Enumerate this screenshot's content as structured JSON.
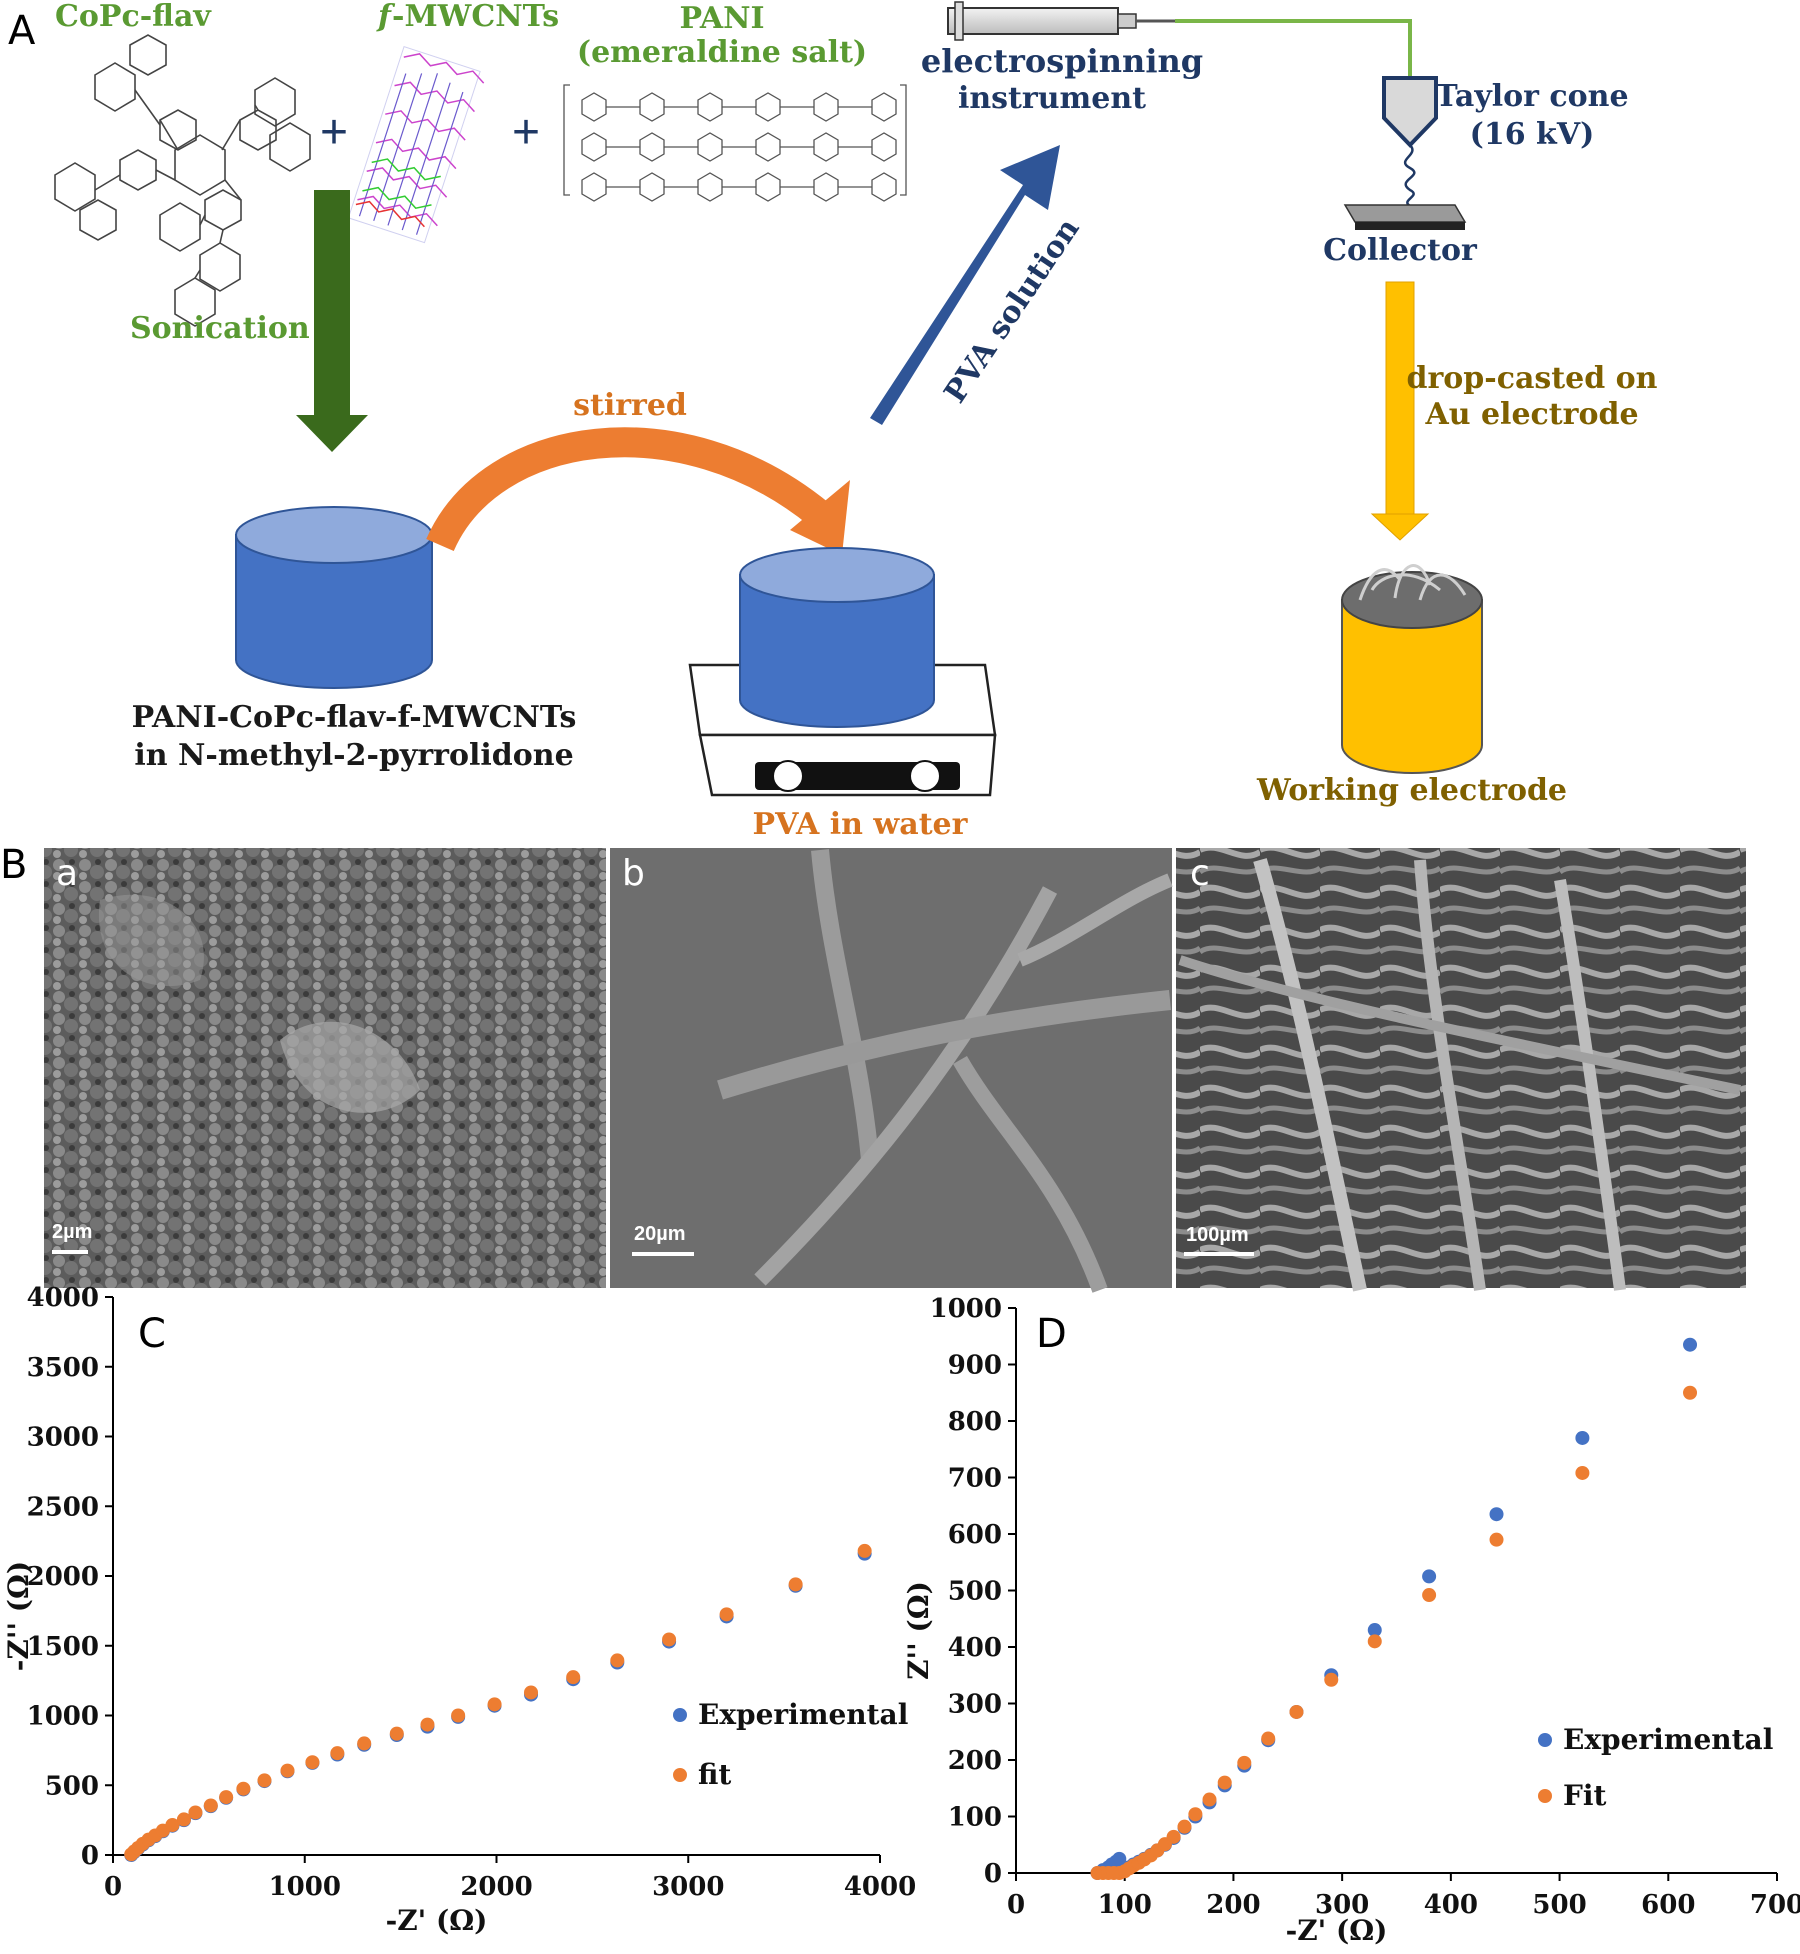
{
  "panel_labels": {
    "A": "A",
    "B": "B",
    "C": "C",
    "D": "D"
  },
  "scheme": {
    "reagents": {
      "copc": "CoPc-flav",
      "mwcnt_prefix": "f",
      "mwcnt_suffix": "-MWCNTs",
      "pani_line1": "PANI",
      "pani_line2": "(emeraldine salt)"
    },
    "plus": "+",
    "steps": {
      "sonication": "Sonication",
      "stirred": "stirred",
      "pva_solution": "PVA solution",
      "drop_cast_line1": "drop-casted on",
      "drop_cast_line2": "Au electrode"
    },
    "instrument": {
      "line1": "electrospinning",
      "line2": "instrument",
      "taylor_line1": "Taylor cone",
      "taylor_line2": "(16 kV)",
      "collector": "Collector"
    },
    "products": {
      "mixture_line1": "PANI-CoPc-flav-f-MWCNTs",
      "mixture_line2": "in N-methyl-2-pyrrolidone",
      "pva_water": "PVA in water",
      "working_electrode": "Working electrode"
    }
  },
  "sem": {
    "a": {
      "label": "a",
      "scale": "2µm"
    },
    "b": {
      "label": "b",
      "scale": "20µm"
    },
    "c": {
      "label": "c",
      "scale": "100µm"
    }
  },
  "colors": {
    "green_text": "#5a9a32",
    "navy_text": "#1f3864",
    "orange_text": "#d6731f",
    "olive_text": "#7f6000",
    "cylinder_blue": "#4472c4",
    "cylinder_top": "#8faadc",
    "gold": "#ffc000",
    "experimental": "#4472c4",
    "fit": "#ed7d31"
  },
  "chart_data": [
    {
      "id": "C",
      "type": "scatter",
      "xlabel": "-Z' (Ω)",
      "ylabel": "-Z'' (Ω)",
      "xlim": [
        0,
        4000
      ],
      "ylim": [
        0,
        4000
      ],
      "xticks": [
        0,
        1000,
        2000,
        3000,
        4000
      ],
      "yticks": [
        0,
        500,
        1000,
        1500,
        2000,
        2500,
        3000,
        3500,
        4000
      ],
      "grid": false,
      "legend": "right",
      "series": [
        {
          "name": "Experimental",
          "color": "#4472c4",
          "x": [
            95,
            110,
            130,
            155,
            185,
            220,
            260,
            310,
            370,
            430,
            510,
            590,
            680,
            790,
            910,
            1040,
            1170,
            1310,
            1480,
            1640,
            1800,
            1990,
            2180,
            2400,
            2630,
            2900,
            3200,
            3560,
            3920
          ],
          "y": [
            0,
            20,
            45,
            75,
            105,
            135,
            170,
            210,
            250,
            300,
            350,
            410,
            470,
            530,
            600,
            660,
            720,
            790,
            860,
            920,
            990,
            1070,
            1150,
            1260,
            1380,
            1530,
            1710,
            1930,
            2160
          ]
        },
        {
          "name": "fit",
          "color": "#ed7d31",
          "x": [
            95,
            110,
            130,
            155,
            185,
            220,
            260,
            310,
            370,
            430,
            510,
            590,
            680,
            790,
            910,
            1040,
            1170,
            1310,
            1480,
            1640,
            1800,
            1990,
            2180,
            2400,
            2630,
            2900,
            3200,
            3560,
            3920
          ],
          "y": [
            5,
            25,
            50,
            80,
            110,
            140,
            175,
            215,
            255,
            305,
            355,
            415,
            475,
            535,
            605,
            665,
            730,
            800,
            870,
            935,
            1000,
            1080,
            1165,
            1275,
            1395,
            1545,
            1725,
            1940,
            2180
          ]
        }
      ]
    },
    {
      "id": "D",
      "type": "scatter",
      "xlabel": "-Z' (Ω)",
      "ylabel": "Z'' (Ω)",
      "xlim": [
        0,
        700
      ],
      "ylim": [
        0,
        1000
      ],
      "xticks": [
        0,
        100,
        200,
        300,
        400,
        500,
        600,
        700
      ],
      "yticks": [
        0,
        100,
        200,
        300,
        400,
        500,
        600,
        700,
        800,
        900,
        1000
      ],
      "grid": false,
      "legend": "right",
      "series": [
        {
          "name": "Experimental",
          "color": "#4472c4",
          "x": [
            75,
            80,
            85,
            88,
            92,
            95,
            100,
            104,
            108,
            113,
            118,
            124,
            130,
            137,
            145,
            155,
            165,
            178,
            192,
            210,
            232,
            258,
            290,
            330,
            380,
            442,
            521,
            620
          ],
          "y": [
            0,
            5,
            10,
            15,
            20,
            25,
            5,
            10,
            15,
            20,
            25,
            32,
            40,
            50,
            62,
            80,
            100,
            125,
            155,
            190,
            235,
            285,
            350,
            430,
            525,
            635,
            770,
            935
          ]
        },
        {
          "name": "Fit",
          "color": "#ed7d31",
          "x": [
            75,
            80,
            85,
            90,
            95,
            100,
            104,
            108,
            113,
            118,
            124,
            130,
            137,
            145,
            155,
            165,
            178,
            192,
            210,
            232,
            258,
            290,
            330,
            380,
            442,
            521,
            620
          ],
          "y": [
            0,
            0,
            0,
            0,
            0,
            3,
            8,
            13,
            18,
            24,
            31,
            40,
            51,
            64,
            82,
            104,
            130,
            160,
            195,
            238,
            285,
            342,
            410,
            492,
            590,
            708,
            850
          ]
        }
      ]
    }
  ]
}
